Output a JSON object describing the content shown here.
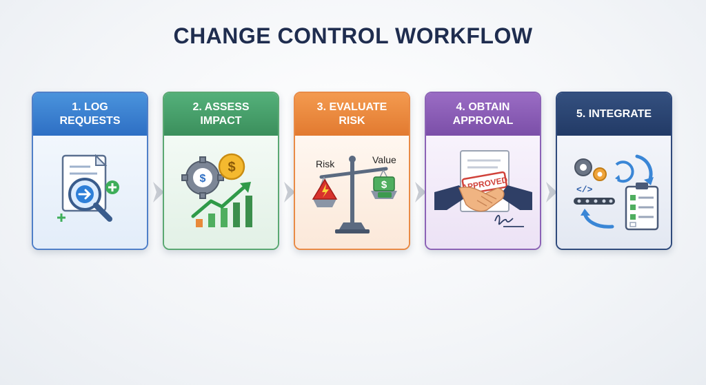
{
  "title": "CHANGE CONTROL WORKFLOW",
  "steps": [
    {
      "label": "1. LOG\nREQUESTS",
      "color": "#2e6fc4",
      "icon": "document-search-icon"
    },
    {
      "label": "2. ASSESS\nIMPACT",
      "color": "#3b8f5c",
      "icon": "cost-growth-icon"
    },
    {
      "label": "3. EVALUATE\nRISK",
      "color": "#e27a30",
      "icon": "balance-scale-icon"
    },
    {
      "label": "4. OBTAIN\nAPPROVAL",
      "color": "#7b4fa8",
      "icon": "handshake-approved-icon"
    },
    {
      "label": "5. INTEGRATE",
      "color": "#223a66",
      "icon": "integration-cycle-icon"
    }
  ],
  "scale_labels": {
    "left": "Risk",
    "right": "Value"
  },
  "stamp_text": "APPROVED"
}
